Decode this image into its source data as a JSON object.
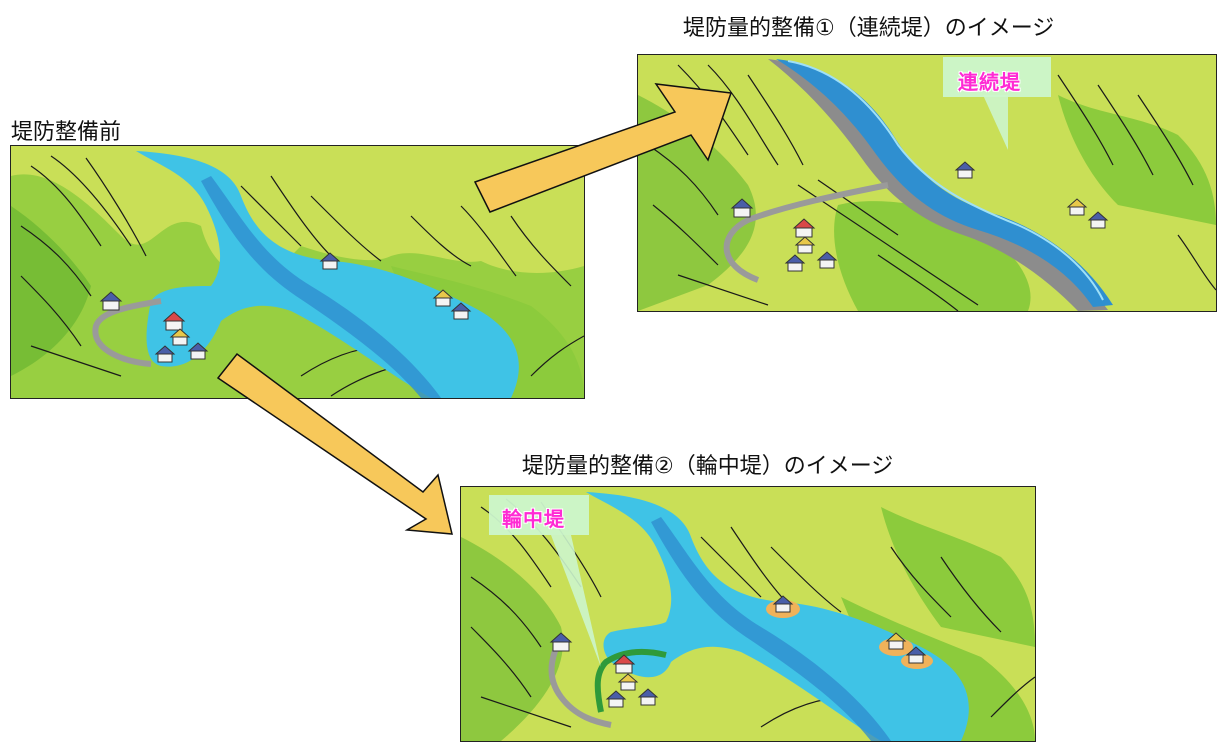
{
  "captions": {
    "before": "堤防整備前",
    "continuous": "堤防量的整備①（連続堤）のイメージ",
    "ring": "堤防量的整備②（輪中堤）のイメージ"
  },
  "labels": {
    "continuous_levee": "連続堤",
    "ring_levee": "輪中堤"
  },
  "colors": {
    "land": "#c9df57",
    "forest": "#7fc23a",
    "water": "#3fc3e6",
    "river": "#2f8fd0",
    "levee_gray": "#9a9a9a",
    "ring_levee_green": "#2f9a3a",
    "arrow": "#f7c85a",
    "callout": "#ccf5cc",
    "label_text": "#ff2ad4",
    "house_roof_blue": "#4a5ea8",
    "house_roof_red": "#d94848",
    "house_roof_yellow": "#e8c84a",
    "mound": "#f0b25a"
  }
}
